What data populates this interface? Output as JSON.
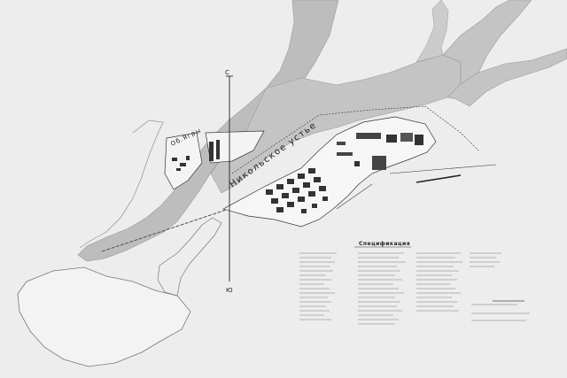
{
  "map": {
    "labels": {
      "estuary": "Никольское устье",
      "left_island": "Об.Ягры",
      "spec_title": "Спецификация",
      "north_arrow": "С",
      "south_arrow": "Ю"
    },
    "colors": {
      "paper": "#ededed",
      "water": "#bdbdbd",
      "ink": "#222222",
      "land": "#f2f2f2"
    }
  }
}
